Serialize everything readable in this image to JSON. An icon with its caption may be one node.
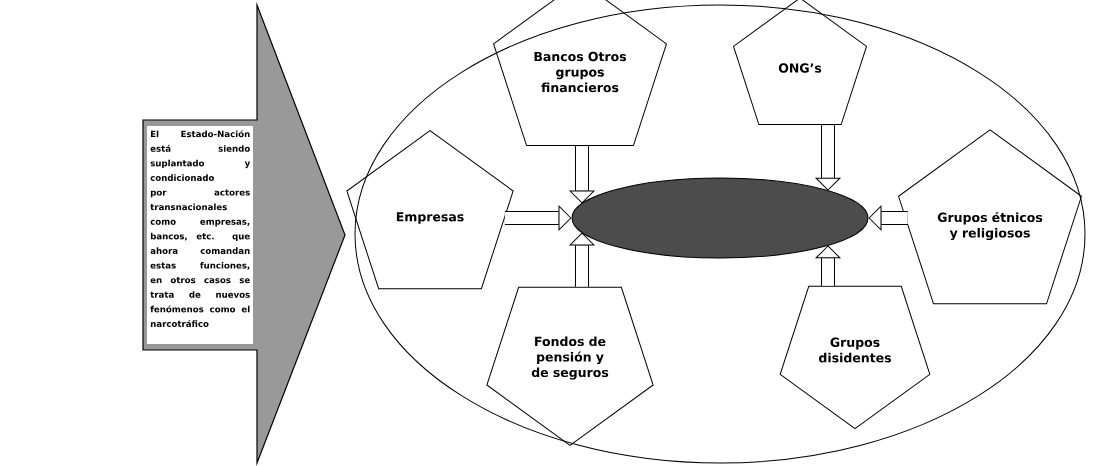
{
  "diagram": {
    "nodes": [
      {
        "text": [
          "El Estado-Nación está siendo suplantado y condicionado por actores transnacionales como empresas, bancos, etc. que ahora comandan estas funciones, en otros casos se trata de nuevos fenómenos como el narcotráfico"
        ]
      },
      {
        "text": [],
        "shape": "ellipse"
      },
      {
        "text": [
          "Bancos Otros grupos financieros"
        ],
        "in": 1
      },
      {
        "text": [
          "ONG’s"
        ],
        "in": 1
      },
      {
        "text": [
          "Empresas"
        ],
        "in": 1
      },
      {
        "text": [],
        "shape": "ellipse",
        "in": 1
      },
      {
        "text": [
          "Grupos étnicos y religiosos"
        ],
        "in": 1
      },
      {
        "text": [
          "Fondos de pensión y de seguros"
        ],
        "in": 1
      },
      {
        "text": [
          "Grupos disidentes"
        ],
        "in": 1
      }
    ],
    "edges": [
      {
        "from": 2,
        "to": 5,
        "arrow": "to"
      },
      {
        "from": 3,
        "to": 5,
        "arrow": "to"
      },
      {
        "from": 4,
        "to": 5,
        "arrow": "to"
      },
      {
        "from": 6,
        "to": 5,
        "arrow": "to"
      },
      {
        "from": 7,
        "to": 5,
        "arrow": "to"
      },
      {
        "from": 8,
        "to": 5,
        "arrow": "to"
      }
    ]
  }
}
